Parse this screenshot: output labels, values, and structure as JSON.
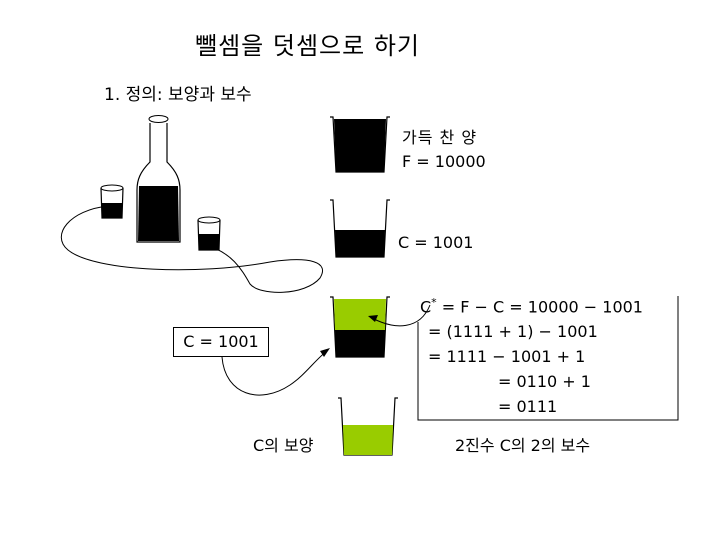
{
  "title": "뺄셈을 덧셈으로 하기",
  "subtitle": "1. 정의: 보양과 보수",
  "full_label": {
    "line1": "가득 찬 양",
    "line2": "F = 10000"
  },
  "c_label_right": "C = 1001",
  "c_box_label": "C = 1001",
  "equation": {
    "line1_prefix": "C",
    "line1_mark": "*",
    "line1_rest": " = F − C = 10000 − 1001",
    "line2": "= (1111 + 1) − 1001",
    "line3": "= 1111 − 1001 + 1",
    "line4": "= 0110 + 1",
    "line5": "= 0111"
  },
  "complement_label": "C의 보양",
  "twos_complement_label": "2진수 C의 2의 보수",
  "colors": {
    "fill_black": "#000000",
    "fill_green": "#99cc00",
    "line": "#000000"
  }
}
